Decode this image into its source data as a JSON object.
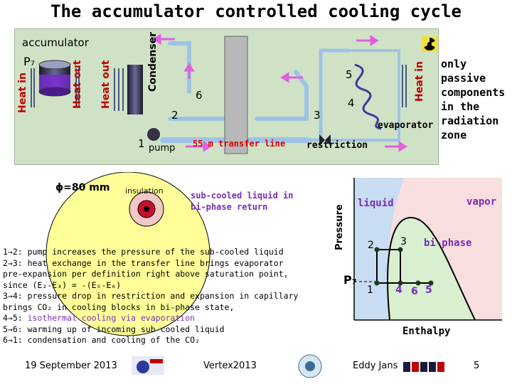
{
  "title": "The accumulator controlled cooling cycle",
  "top": {
    "accumulator": "accumulator",
    "p7": "P₇",
    "heat_in_left": "Heat in",
    "heat_out_1": "Heat out",
    "heat_out_2": "Heat out",
    "condenser": "Condenser",
    "heat_in_right": "Heat in",
    "n1": "1",
    "pump": "pump",
    "n2": "2",
    "n3": "3",
    "n4": "4",
    "n5": "5",
    "n6": "6",
    "transfer": "55 m transfer line",
    "restriction": "restriction",
    "evaporator": "evaporator"
  },
  "passive": [
    "only",
    "passive",
    "components",
    "in the",
    "radiation",
    "zone"
  ],
  "cross_section": {
    "phi": "ϕ=80 mm",
    "insulation": "insulation",
    "subcooled_1": "sub-cooled liquid in",
    "subcooled_2": "bi-phase return"
  },
  "steps": [
    {
      "k": "1→2:",
      "t": " pump increases the pressure of the sub-cooled liquid"
    },
    {
      "k": "2→3:",
      "t": " heat exchange in the transfer line brings evaporator"
    },
    {
      "k": "",
      "t": "      pre-expansion per definition right above saturation point,"
    },
    {
      "k": "",
      "t": "      since (E₂-E₃) = -(E₅-E₆)"
    },
    {
      "k": "3→4:",
      "t": " pressure drop in restriction and expansion in capillary"
    },
    {
      "k": "",
      "t": "      brings CO₂ in cooling blocks in bi-phase state,"
    },
    {
      "k": "4→5:",
      "t": " isothermal cooling via evaporation",
      "purple": true
    },
    {
      "k": "5→6:",
      "t": " warming up of incoming sub-cooled liquid"
    },
    {
      "k": "6→1:",
      "t": " condensation and cooling of the CO₂"
    }
  ],
  "ph": {
    "ylabel": "Pressure",
    "xlabel": "Enthalpy",
    "liquid": "liquid",
    "vapor": "vapor",
    "biphase": "bi-phase",
    "p7": "P₇",
    "p1": "1",
    "p2": "2",
    "p3": "3",
    "p4": "4",
    "p5": "5",
    "p6": "6"
  },
  "footer": {
    "date": "19 September 2013",
    "conference": "Vertex2013",
    "author": "Eddy Jans",
    "page": "5"
  },
  "colors": {
    "panel_green": "#cfe2c6",
    "pipe": "#a8c8e8",
    "arrow": "#e060e0",
    "liquid_region": "#c8dcf2",
    "vapor_region": "#f8dede",
    "label_red": "#c00000"
  }
}
